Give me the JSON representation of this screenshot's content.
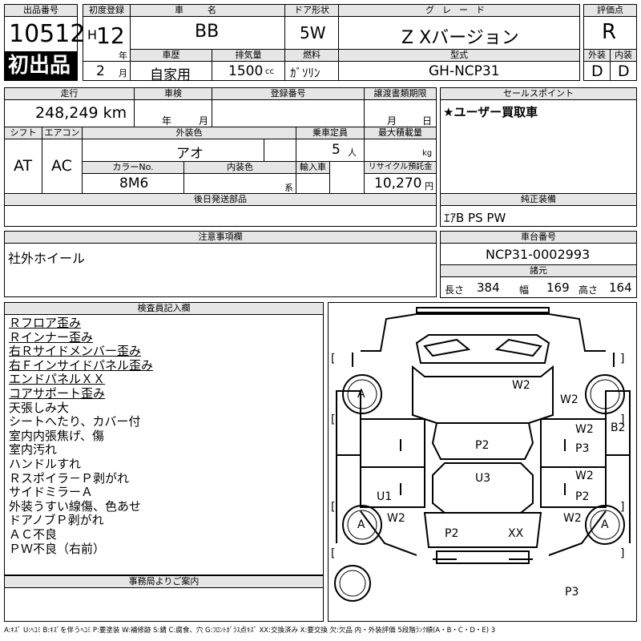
{
  "header": {
    "lot_label": "出品番号",
    "lot_number": "10512",
    "first_listing_badge": "初出品",
    "first_reg_label": "初度登録",
    "era": "H",
    "year_num": "12",
    "year_unit": "年",
    "month_num": "2",
    "month_unit": "月",
    "car_name_label": "車名",
    "car_name": "BB",
    "door_label": "ドア形状",
    "door": "5W",
    "grade_label": "グレード",
    "grade": "Z Xバージョン",
    "score_label": "評価点",
    "score": "R",
    "history_label": "車歴",
    "history": "自家用",
    "displacement_label": "排気量",
    "displacement": "1500",
    "displacement_unit": "cc",
    "fuel_label": "燃料",
    "fuel": "ｶﾞｿﾘﾝ",
    "model_label": "型式",
    "model": "GH-NCP31",
    "ext_label": "外装",
    "ext_grade": "D",
    "int_label": "内装",
    "int_grade": "D"
  },
  "row2": {
    "mileage_label": "走行",
    "mileage": "248,249 km",
    "inspection_label": "車検",
    "insp_year_unit": "年",
    "insp_month_unit": "月",
    "reg_no_label": "登録番号",
    "transfer_label": "譲渡書類期限",
    "transfer_month_unit": "月",
    "transfer_day_unit": "日",
    "selling_label": "セールスポイント",
    "selling_point": "★ユーザー買取車"
  },
  "row3": {
    "shift_label": "シフト",
    "shift": "AT",
    "ac_label": "エアコン",
    "ac": "AC",
    "ext_color_label": "外装色",
    "ext_color": "アオ",
    "capacity_label": "乗車定員",
    "capacity": "5",
    "capacity_unit": "人",
    "max_load_label": "最大積載量",
    "max_load_unit": "kg",
    "color_no_label": "カラーNo.",
    "color_no": "8M6",
    "int_color_label": "内装色",
    "int_color_unit": "系",
    "import_label": "輸入車",
    "recycle_label": "リサイクル預託金",
    "recycle": "10,270",
    "recycle_unit": "円"
  },
  "row4": {
    "later_parts_label": "後日発送部品",
    "equipment_label": "純正装備",
    "equipment": "ｴｱB PS PW"
  },
  "row5": {
    "caution_label": "注意事項欄",
    "caution": "社外ホイール",
    "chassis_label": "車台番号",
    "chassis": "NCP31-0002993",
    "spec_label": "諸元",
    "length_label": "長さ",
    "length": "384",
    "width_label": "幅",
    "width": "169",
    "height_label": "高さ",
    "height": "164"
  },
  "inspector": {
    "label": "検査員記入欄",
    "notes": [
      "Ｒフロア歪み",
      "Ｒインナー歪み",
      "右Ｒサイドメンバー歪み",
      "右Ｆインサイドパネル歪み",
      "エンドパネルＸＸ",
      "コアサポート歪み",
      "天張しみ大",
      "シートへたり、カバー付",
      "室内内張焦げ、傷",
      "室内汚れ",
      "ハンドルすれ",
      "Ｒスポイラ－Ｐ剥がれ",
      "サイドミラーＡ",
      "外装うすい線傷、色あせ",
      "ドアノブＰ剥がれ",
      "ＡＣ不良",
      "ＰＷ不良（右前）"
    ]
  },
  "office": {
    "label": "事務局よりご案内"
  },
  "diagram": {
    "marks": [
      "W2",
      "W2",
      "B2",
      "A",
      "W2",
      "P3",
      "P2",
      "U3",
      "W2",
      "P2",
      "U1",
      "W2",
      "W2",
      "A",
      "A",
      "P2",
      "XX",
      "P3"
    ],
    "bracket_open": "[",
    "bracket_close": "]"
  },
  "legend": "A:ｷｽﾞ U:ﾍｺﾐ B:ｷｽﾞを伴うﾍｺﾐ P:要塗装 W:補修跡 S:錆 C:腐食、穴 G:ﾌﾛﾝﾄｶﾞﾗｽ点ｷｽﾞ XX:交換済み X:要交換 欠:欠品 内・外装評価 5段階ﾗﾝｸ順(A・B・C・D・E) 3"
}
